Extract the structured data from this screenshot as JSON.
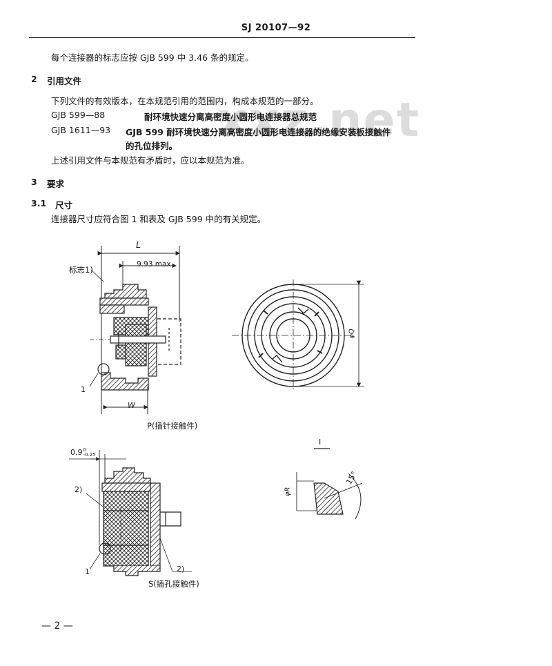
{
  "header": {
    "doc_number": "SJ 20107—92"
  },
  "watermark": "xxz.net",
  "intro_line": "每个连接器的标志应按 GJB 599 中 3.46 条的规定。",
  "section2": {
    "number": "2",
    "title": "引用文件",
    "intro": "下列文件的有效版本，在本规范引用的范围内，构成本规范的一部分。",
    "refs": [
      {
        "code": "GJB 599—88",
        "title": "耐环境快速分离高密度小圆形电连接器总规范",
        "title_cont": ""
      },
      {
        "code": "GJB 1611—93",
        "title": "GJB 599 耐环境快速分离高密度小圆形电连接器的绝缘安装板接触件",
        "title_cont": "的孔位排列。"
      }
    ],
    "note": "上述引用文件与本规范有矛盾时，应以本规范为准。"
  },
  "section3": {
    "number": "3",
    "title": "要求"
  },
  "section31": {
    "number": "3.1",
    "title": "尺寸",
    "text": "连接器尺寸应符合图 1 和表及 GJB 599 中的有关规定。"
  },
  "figure": {
    "label_L": "L",
    "label_993": "9.93 max",
    "label_mark": "标志1)",
    "label_1": "1",
    "label_W": "W",
    "label_phiQ": "φQ",
    "caption_P": "P(插针接触件)",
    "label_09_main": "0.9",
    "label_09_upper": "0",
    "label_09_lower": "-0.25",
    "label_2a": "2)",
    "label_2b": "2)",
    "caption_S": "S(插孔接触件)",
    "detail_I": "I",
    "label_phiR": "φR",
    "label_15": "15°"
  },
  "footer": {
    "page": "— 2 —"
  }
}
